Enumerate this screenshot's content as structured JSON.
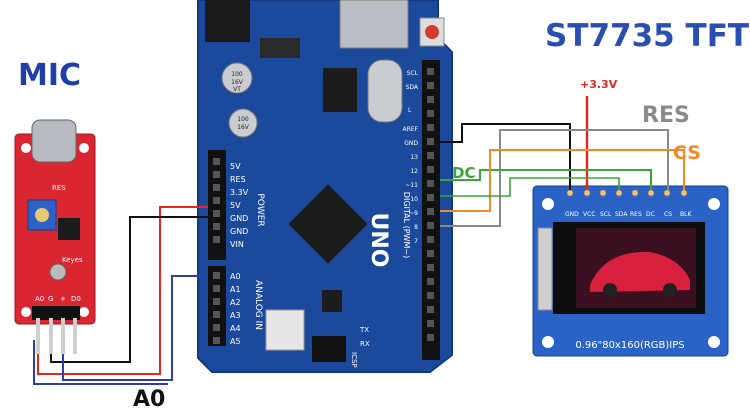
{
  "labels": {
    "mic_title": "MIC",
    "tft_title": "ST7735 TFT",
    "a0": "A0",
    "v33": "+3.3V",
    "res": "RES",
    "cs": "CS",
    "dc": "DC"
  },
  "mic_module": {
    "pins": [
      "A0",
      "G",
      "+",
      "D0"
    ],
    "silk": [
      "RES",
      "Keyes"
    ]
  },
  "arduino": {
    "name": "UNO",
    "power_header": [
      "5V",
      "RES",
      "3.3V",
      "5V",
      "GND",
      "GND",
      "VIN"
    ],
    "power_title": "POWER",
    "analog_header": [
      "A0",
      "A1",
      "A2",
      "A3",
      "A4",
      "A5"
    ],
    "analog_title": "ANALOG IN",
    "digital_title": "DIGITAL (PWM~)",
    "digital_header": [
      "SCL",
      "SDA",
      "AREF",
      "GND",
      "13",
      "12",
      "~11",
      "~10",
      "~9",
      "8",
      "7"
    ],
    "silk_small": [
      "TX",
      "RX",
      "ICSP",
      "L"
    ],
    "cap_text": [
      "100",
      "16V",
      "VT"
    ]
  },
  "tft": {
    "pins": [
      "GND",
      "VCC",
      "SCL",
      "SDA",
      "RES",
      "DC",
      "CS",
      "BLK"
    ],
    "caption": "0.96\"80x160(RGB)IPS"
  },
  "colors": {
    "board_blue": "#1b4a9c",
    "mic_red": "#d92631",
    "wire_red": "#e4261c",
    "wire_black": "#111111",
    "wire_gray": "#8a8a8a",
    "wire_green": "#3aa63a",
    "wire_orange": "#f08a24",
    "wire_blue": "#2b3fa8"
  }
}
